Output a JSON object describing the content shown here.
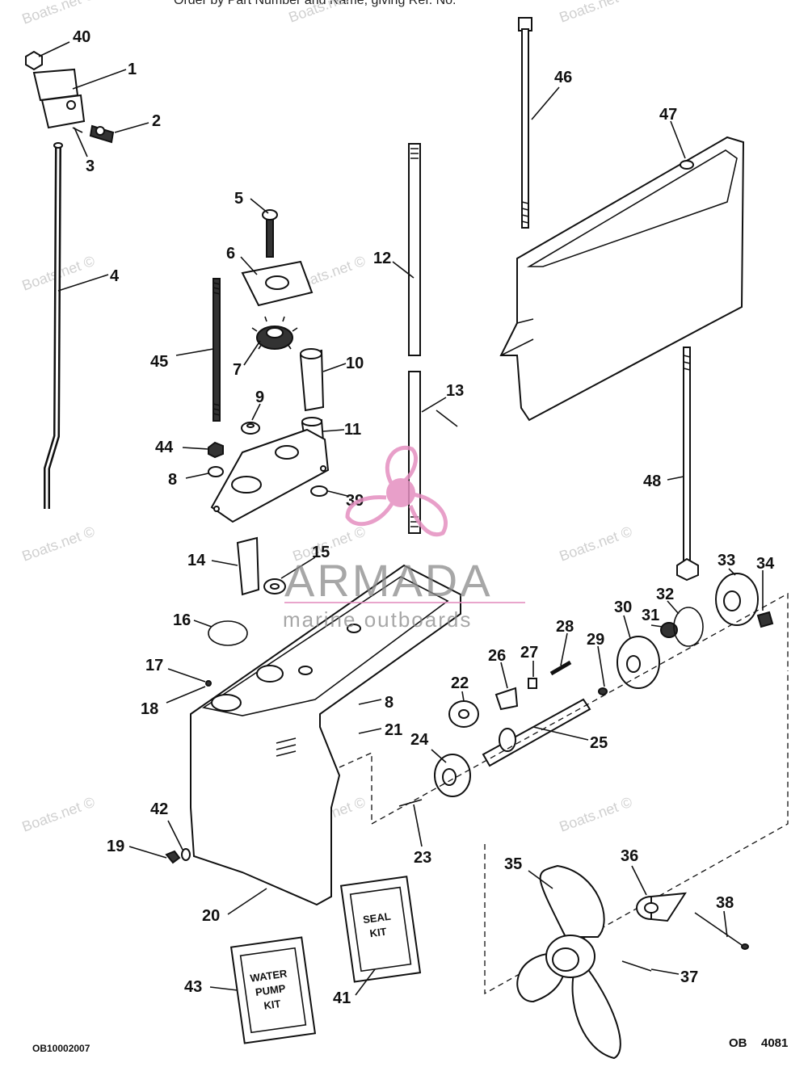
{
  "header_note": "Order by Part Number and Name, giving Ref. No.",
  "footer": {
    "left_code": "OB10002007",
    "right_prefix": "OB",
    "right_number": "4081"
  },
  "watermark": "Boats.net ©",
  "brand": {
    "name": "ARMADA",
    "tagline": "marine outboards",
    "logo_color": "#e0a0c8"
  },
  "kits": {
    "seal": [
      "SEAL",
      "KIT"
    ],
    "water_pump": [
      "WATER",
      "PUMP",
      "KIT"
    ]
  },
  "callouts": [
    "40",
    "1",
    "2",
    "3",
    "4",
    "5",
    "6",
    "12",
    "46",
    "47",
    "45",
    "7",
    "10",
    "9",
    "44",
    "11",
    "13",
    "8",
    "39",
    "48",
    "14",
    "15",
    "33",
    "34",
    "16",
    "32",
    "28",
    "30",
    "31",
    "29",
    "17",
    "26",
    "27",
    "22",
    "18",
    "8",
    "21",
    "24",
    "25",
    "42",
    "19",
    "23",
    "35",
    "36",
    "20",
    "38",
    "37",
    "43",
    "41"
  ]
}
